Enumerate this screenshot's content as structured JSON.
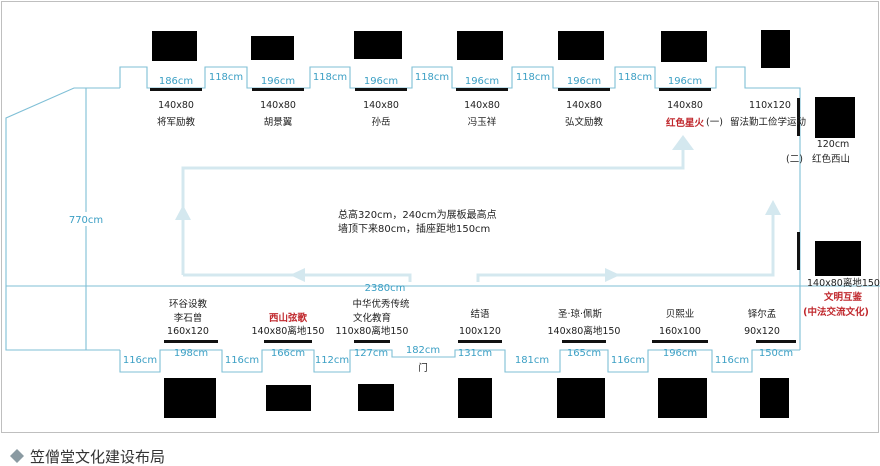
{
  "caption": "笠僧堂文化建设布局",
  "overall": {
    "length": "2380cm",
    "width": "770cm"
  },
  "note": {
    "line1": "总高320cm，240cm为展板最高点",
    "line2": "墙顶下来80cm，插座距地150cm"
  },
  "door_label": "门",
  "top_walls": [
    "186cm",
    "196cm",
    "196cm",
    "196cm",
    "196cm",
    "196cm"
  ],
  "top_gaps": [
    "118cm",
    "118cm",
    "118cm",
    "118cm",
    "118cm"
  ],
  "top_items": [
    {
      "size": "140x80",
      "name": "将军励教",
      "red": "",
      "tail": ""
    },
    {
      "size": "140x80",
      "name": "胡景翼",
      "red": "",
      "tail": ""
    },
    {
      "size": "140x80",
      "name": "孙岳",
      "red": "",
      "tail": ""
    },
    {
      "size": "140x80",
      "name": "冯玉祥",
      "red": "",
      "tail": ""
    },
    {
      "size": "140x80",
      "name": "弘文励教",
      "red": "",
      "tail": ""
    },
    {
      "size": "140x80",
      "name": "",
      "red": "红色星火",
      "tail": "(一)"
    }
  ],
  "corner_item": {
    "size": "110x120",
    "name": "留法勤工俭学运动"
  },
  "right_items": [
    {
      "size": "120cm",
      "name": "红色西山",
      "prefix": "(二)",
      "red": "",
      "red2": ""
    },
    {
      "size": "140x80离地150",
      "name": "",
      "prefix": "",
      "red": "文明互鉴",
      "red2": "(中法交流文化)"
    }
  ],
  "bottom_walls": [
    "116cm",
    "198cm",
    "116cm",
    "166cm",
    "112cm",
    "127cm",
    "182cm",
    "131cm",
    "181cm",
    "165cm",
    "116cm",
    "196cm",
    "116cm",
    "150cm"
  ],
  "bottom_items": [
    {
      "lines": [
        "环谷设教",
        "李石曾"
      ],
      "size": "160x120",
      "red": ""
    },
    {
      "lines": [],
      "size": "140x80离地150",
      "red": "西山弦歌"
    },
    {
      "lines": [
        "中华优秀传统",
        "文化教育"
      ],
      "size": "110x80离地150",
      "red": ""
    },
    {
      "lines": [
        "结语"
      ],
      "size": "100x120",
      "red": ""
    },
    {
      "lines": [
        "圣·琼·佩斯"
      ],
      "size": "140x80离地150",
      "red": ""
    },
    {
      "lines": [
        "贝熙业"
      ],
      "size": "160x100",
      "red": ""
    },
    {
      "lines": [
        "铎尔孟"
      ],
      "size": "90x120",
      "red": ""
    }
  ]
}
